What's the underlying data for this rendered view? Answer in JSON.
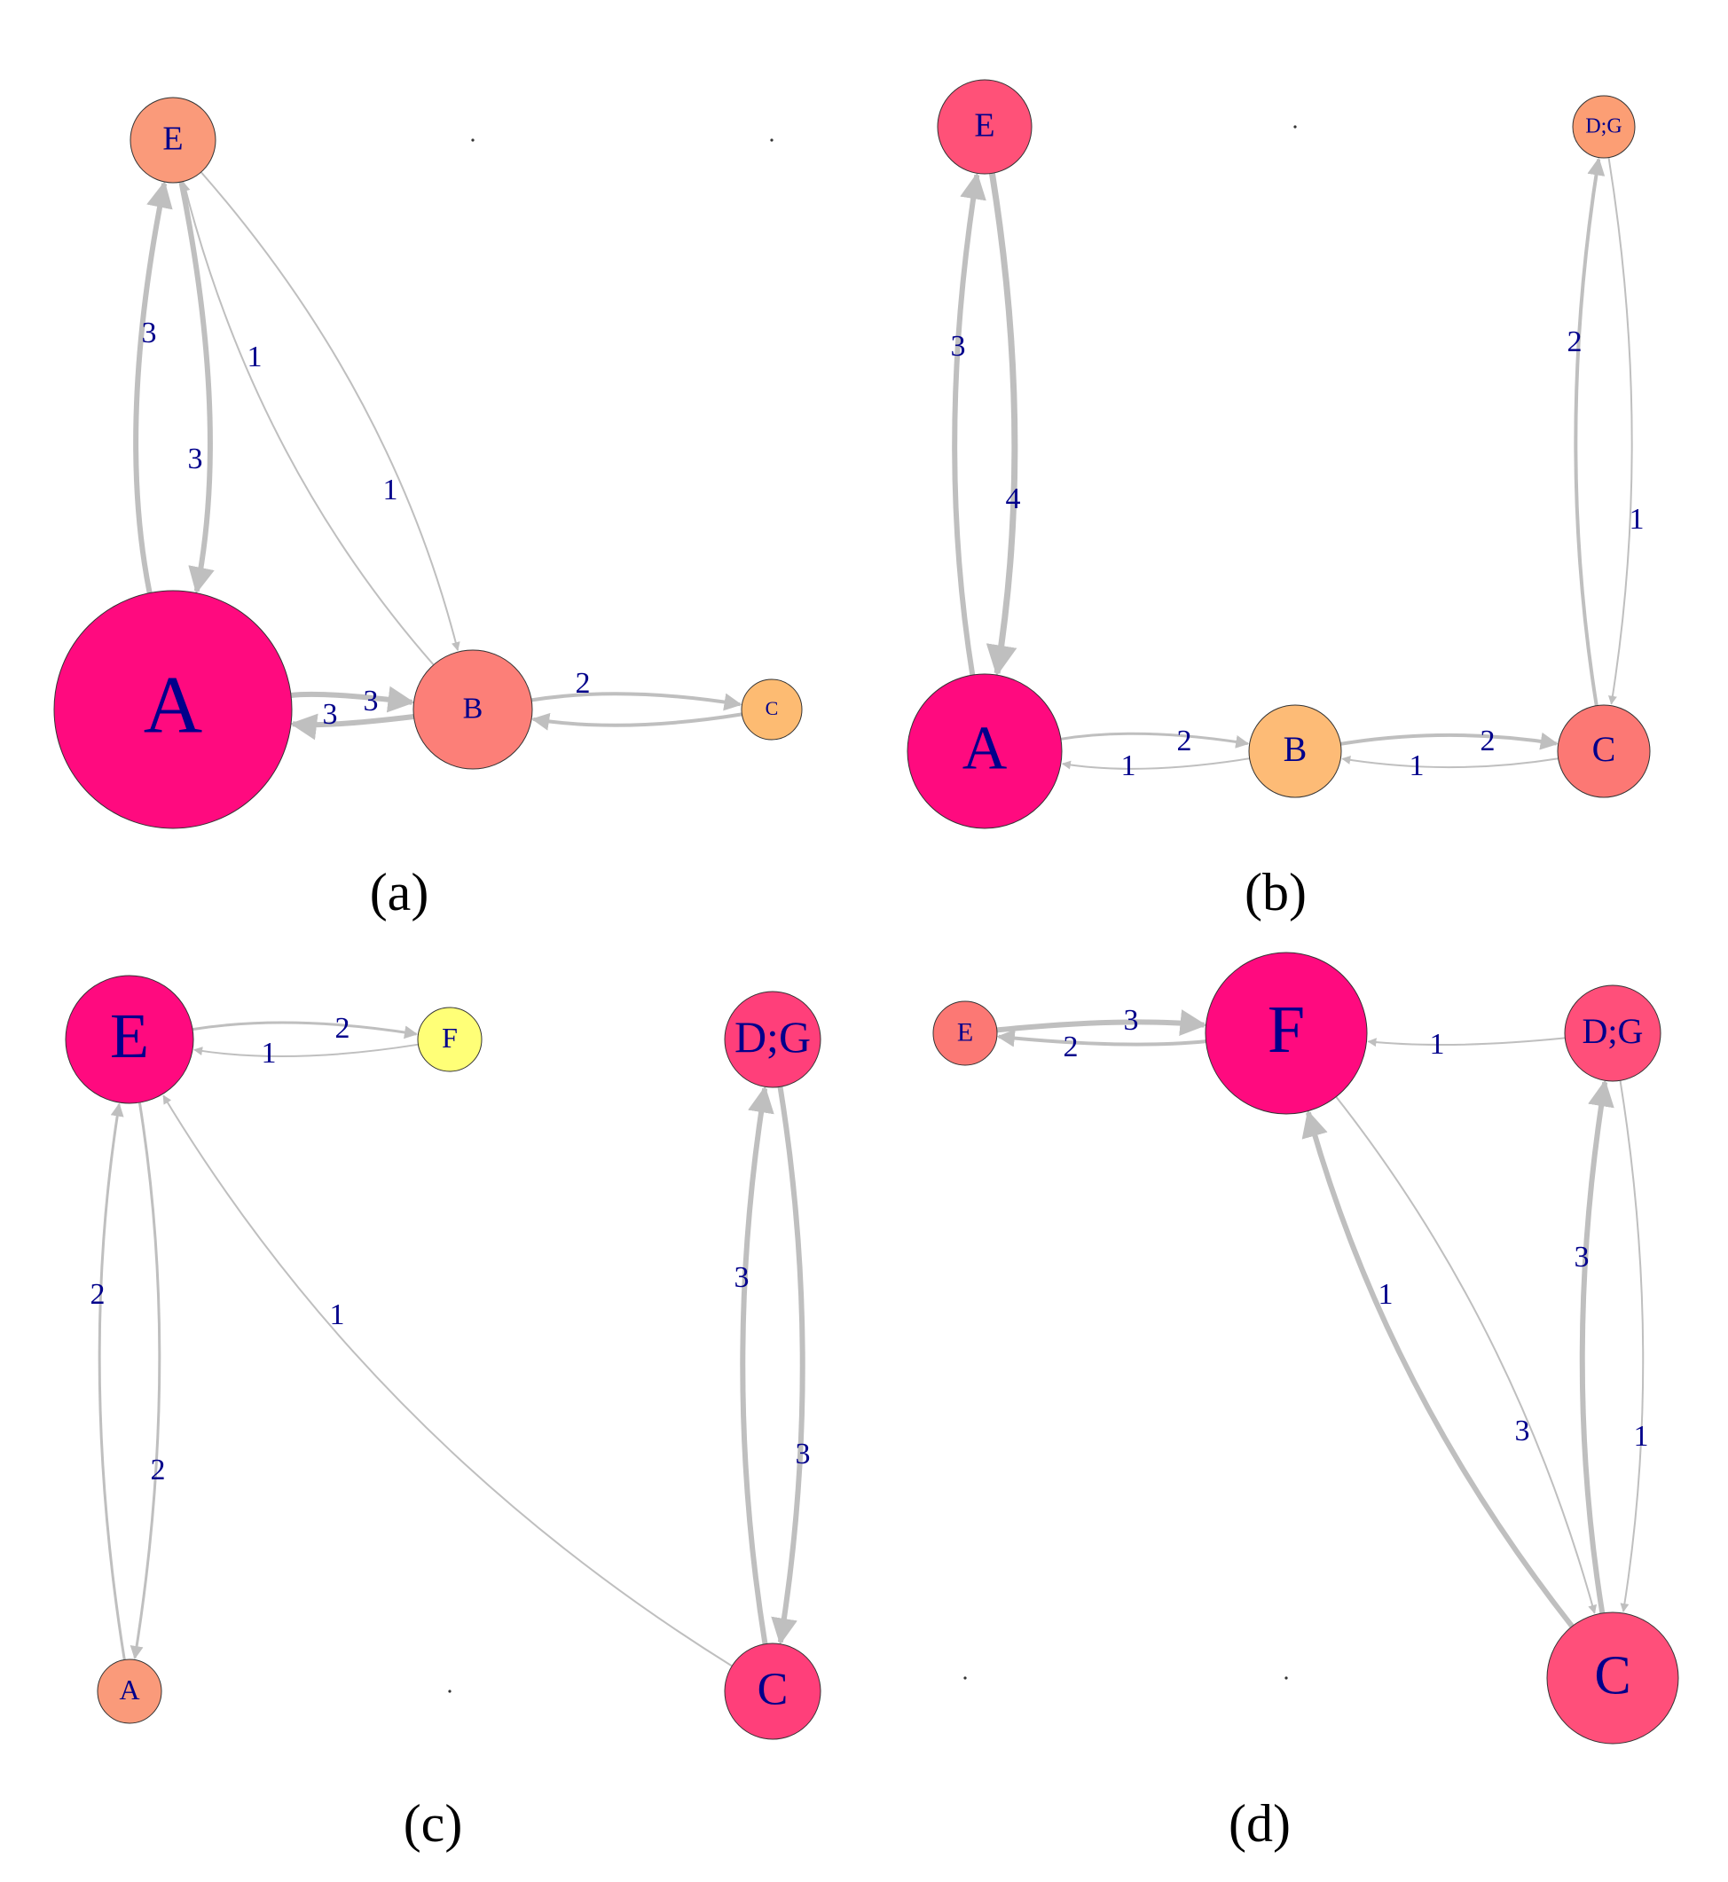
{
  "colors": {
    "edge": "#bfbfbf",
    "label": "#00008b",
    "caption": "#000000",
    "node_stroke": "#333333"
  },
  "panels": [
    {
      "id": "a",
      "caption": "(a)",
      "nodes": [
        {
          "id": "E",
          "label": "E",
          "color": "#fa9a7a"
        },
        {
          "id": "A",
          "label": "A",
          "color": "#ff0a7f"
        },
        {
          "id": "B",
          "label": "B",
          "color": "#fc7f78"
        },
        {
          "id": "C",
          "label": "C",
          "color": "#fdbb72"
        }
      ],
      "edges": [
        {
          "from": "A",
          "to": "E",
          "weight": "3"
        },
        {
          "from": "E",
          "to": "A",
          "weight": "3"
        },
        {
          "from": "B",
          "to": "E",
          "weight": "1"
        },
        {
          "from": "E",
          "to": "B",
          "weight": "1"
        },
        {
          "from": "B",
          "to": "A",
          "weight": "3"
        },
        {
          "from": "A",
          "to": "B",
          "weight": "3"
        },
        {
          "from": "B",
          "to": "C",
          "weight": "2"
        },
        {
          "from": "C",
          "to": "B",
          "weight": ""
        }
      ]
    },
    {
      "id": "b",
      "caption": "(b)",
      "nodes": [
        {
          "id": "E",
          "label": "E",
          "color": "#ff5178"
        },
        {
          "id": "DG",
          "label": "D;G",
          "color": "#fc9e74"
        },
        {
          "id": "A",
          "label": "A",
          "color": "#ff0a7f"
        },
        {
          "id": "B",
          "label": "B",
          "color": "#fdbb76"
        },
        {
          "id": "C",
          "label": "C",
          "color": "#fc7874"
        }
      ],
      "edges": [
        {
          "from": "A",
          "to": "E",
          "weight": "3"
        },
        {
          "from": "E",
          "to": "A",
          "weight": "4"
        },
        {
          "from": "C",
          "to": "DG",
          "weight": "2"
        },
        {
          "from": "DG",
          "to": "C",
          "weight": "1"
        },
        {
          "from": "A",
          "to": "B",
          "weight": "2"
        },
        {
          "from": "B",
          "to": "A",
          "weight": "1"
        },
        {
          "from": "B",
          "to": "C",
          "weight": "2"
        },
        {
          "from": "C",
          "to": "B",
          "weight": "1"
        }
      ]
    },
    {
      "id": "c",
      "caption": "(c)",
      "nodes": [
        {
          "id": "E",
          "label": "E",
          "color": "#ff0a7f"
        },
        {
          "id": "F",
          "label": "F",
          "color": "#ffff77"
        },
        {
          "id": "DG",
          "label": "D;G",
          "color": "#ff3f7a"
        },
        {
          "id": "A",
          "label": "A",
          "color": "#fa9a7a"
        },
        {
          "id": "C",
          "label": "C",
          "color": "#ff3f7a"
        }
      ],
      "edges": [
        {
          "from": "E",
          "to": "F",
          "weight": "2"
        },
        {
          "from": "F",
          "to": "E",
          "weight": "1"
        },
        {
          "from": "A",
          "to": "E",
          "weight": "2"
        },
        {
          "from": "E",
          "to": "A",
          "weight": "2"
        },
        {
          "from": "C",
          "to": "E",
          "weight": "1"
        },
        {
          "from": "C",
          "to": "DG",
          "weight": "3"
        },
        {
          "from": "DG",
          "to": "C",
          "weight": "3"
        }
      ]
    },
    {
      "id": "d",
      "caption": "(d)",
      "nodes": [
        {
          "id": "E",
          "label": "E",
          "color": "#fc7874"
        },
        {
          "id": "F",
          "label": "F",
          "color": "#ff0a7f"
        },
        {
          "id": "DG",
          "label": "D;G",
          "color": "#ff4f7a"
        },
        {
          "id": "C",
          "label": "C",
          "color": "#ff4f7a"
        }
      ],
      "edges": [
        {
          "from": "E",
          "to": "F",
          "weight": "3"
        },
        {
          "from": "F",
          "to": "E",
          "weight": "2"
        },
        {
          "from": "DG",
          "to": "F",
          "weight": "1"
        },
        {
          "from": "F",
          "to": "C",
          "weight": "1"
        },
        {
          "from": "C",
          "to": "F",
          "weight": "3"
        },
        {
          "from": "C",
          "to": "DG",
          "weight": "3"
        },
        {
          "from": "DG",
          "to": "C",
          "weight": "1"
        }
      ]
    }
  ]
}
